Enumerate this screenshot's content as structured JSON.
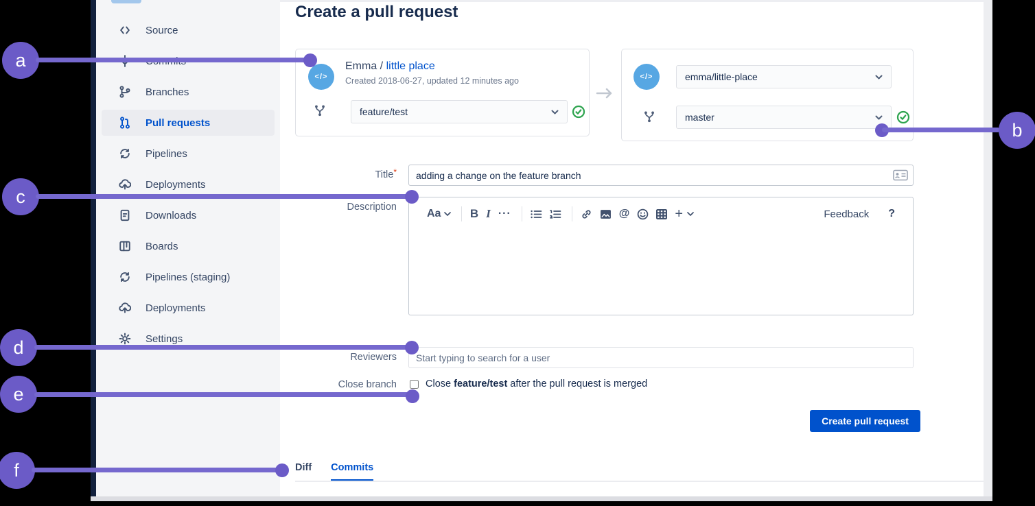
{
  "annotations": {
    "items": [
      {
        "label": "a"
      },
      {
        "label": "b"
      },
      {
        "label": "c"
      },
      {
        "label": "d"
      },
      {
        "label": "e"
      },
      {
        "label": "f"
      }
    ],
    "accent_color": "#6B5BC7"
  },
  "sidebar": {
    "items": [
      {
        "label": "Source",
        "selected": false
      },
      {
        "label": "Commits",
        "selected": false
      },
      {
        "label": "Branches",
        "selected": false
      },
      {
        "label": "Pull requests",
        "selected": true
      },
      {
        "label": "Pipelines",
        "selected": false
      },
      {
        "label": "Deployments",
        "selected": false
      },
      {
        "label": "Downloads",
        "selected": false
      },
      {
        "label": "Boards",
        "selected": false
      },
      {
        "label": "Pipelines (staging)",
        "selected": false
      },
      {
        "label": "Deployments",
        "selected": false
      },
      {
        "label": "Settings",
        "selected": false
      }
    ]
  },
  "header": {
    "title": "Create a pull request"
  },
  "source_card": {
    "avatar_icon": "code-avatar",
    "repo_owner": "Emma /",
    "repo_name": "little place",
    "meta": "Created 2018-06-27, updated 12 minutes ago",
    "branch_value": "feature/test",
    "status_icon": "check-circle"
  },
  "destination_card": {
    "avatar_icon": "code-avatar",
    "repo_value": "emma/little-place",
    "branch_value": "master",
    "status_icon": "check-circle"
  },
  "form": {
    "title_label": "Title",
    "required_mark": "*",
    "title_value": "adding a change on the feature branch",
    "description_label": "Description",
    "reviewers_label": "Reviewers",
    "reviewers_placeholder": "Start typing to search for a user",
    "close_branch_label": "Close branch",
    "close_text_pre": "Close ",
    "close_branch_name": "feature/test",
    "close_text_post": " after the pull request is merged",
    "submit_label": "Create pull request"
  },
  "editor": {
    "toolbar": {
      "text_style_label": "Aa",
      "bold_label": "B",
      "italic_label": "I",
      "more_label": "···",
      "mention_label": "@",
      "plus_label": "+",
      "feedback_label": "Feedback",
      "help_label": "?"
    }
  },
  "tabs": {
    "items": [
      {
        "label": "Diff",
        "active": false
      },
      {
        "label": "Commits",
        "active": true
      }
    ]
  },
  "colors": {
    "link_blue": "#0052CC",
    "button_blue": "#0052CC",
    "success_green": "#2EA44F",
    "avatar_blue": "#57A7E3",
    "annotation_purple": "#6B5BC7"
  }
}
